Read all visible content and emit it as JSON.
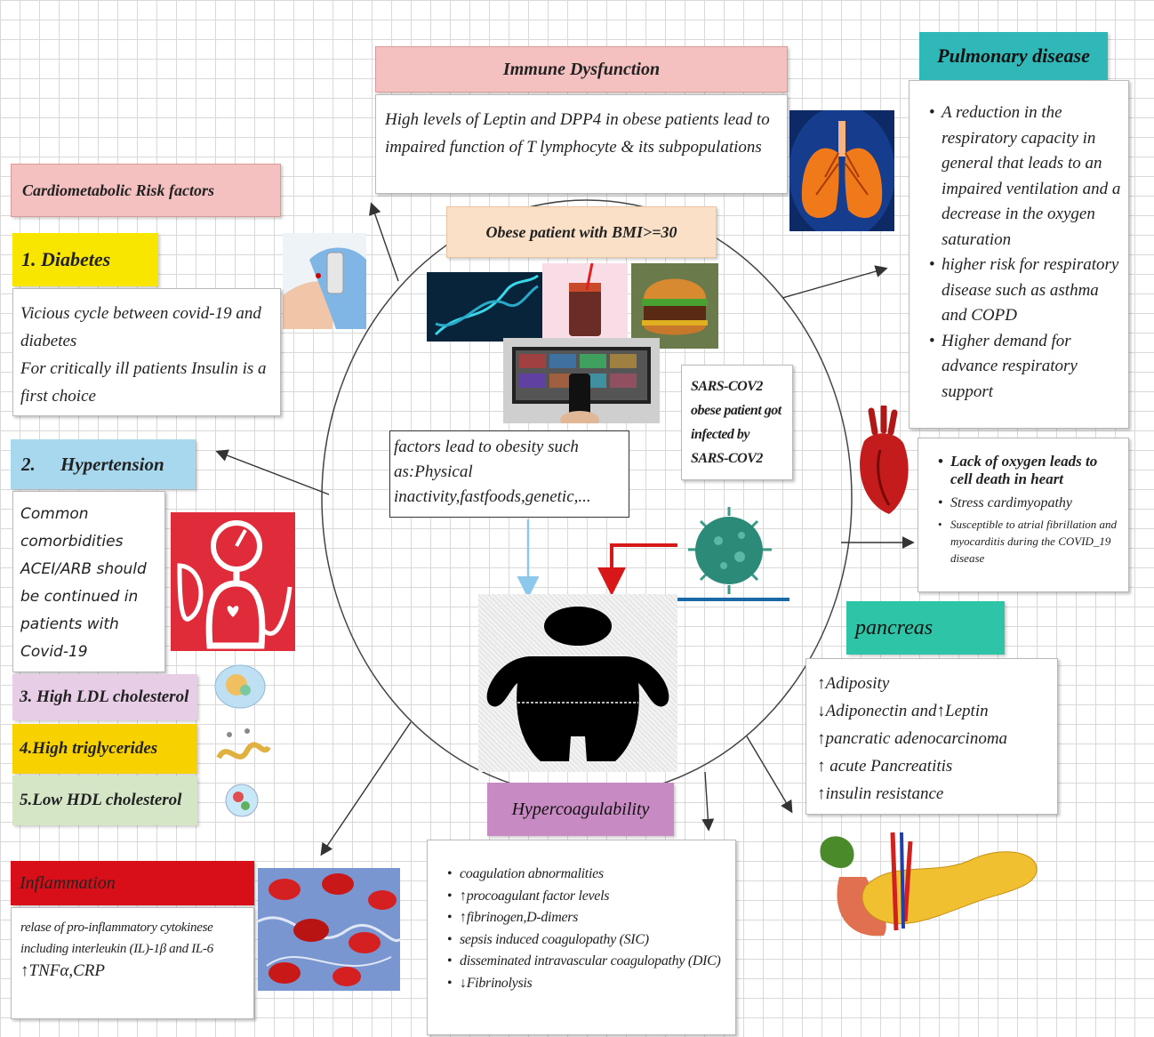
{
  "center": {
    "title": "Obese patient with BMI>=30",
    "factors_text": "factors lead to obesity such as:Physical inactivity,fastfoods,genetic,...",
    "sars_text": "SARS-COV2 obese patient got infected by SARS-COV2"
  },
  "immune": {
    "title": "Immune Dysfunction",
    "body": "High levels of Leptin and DPP4 in obese patients lead to impaired function of T lymphocyte & its subpopulations"
  },
  "pulmonary": {
    "title": "Pulmonary disease",
    "items": [
      "A reduction in the respiratory capacity in general that leads to an impaired ventilation and a decrease in the oxygen saturation",
      "higher risk for respiratory disease such as asthma and COPD",
      "Higher demand for advance respiratory support"
    ]
  },
  "heart": {
    "items": [
      "Lack of oxygen leads to cell death in heart",
      "Stress cardimyopathy",
      "Susceptible to atrial fibrillation and myocarditis during the COVID_19 disease"
    ]
  },
  "cardio": {
    "title": "Cardiometabolic Risk factors",
    "diabetes_title": "1. Diabetes",
    "diabetes_body_1": "Vicious cycle between covid-19 and diabetes",
    "diabetes_body_2": "For critically ill patients Insulin is a first choice",
    "hypertension_num": "2.",
    "hypertension_title": "Hypertension",
    "hypertension_body": "Common comorbidities ACEI/ARB should be continued in patients with Covid-19",
    "ldl": "3. High LDL cholesterol",
    "trig": "4.High triglycerides",
    "hdl": "5.Low HDL cholesterol"
  },
  "pancreas": {
    "title": "pancreas",
    "items": [
      "↑Adiposity",
      "↓Adiponectin and↑Leptin",
      "↑pancratic adenocarcinoma",
      "↑ acute Pancreatitis",
      "↑insulin resistance"
    ]
  },
  "hypercoag": {
    "title": "Hypercoagulability",
    "items": [
      "coagulation abnormalities",
      "↑procoagulant factor levels",
      "↑fibrinogen,D-dimers",
      "sepsis induced coagulopathy (SIC)",
      "disseminated intravascular coagulopathy (DIC)",
      "↓Fibrinolysis"
    ]
  },
  "inflammation": {
    "title": "Inflammation",
    "body_1": "relase of pro-inflammatory cytokinese including interleukin (IL)-1β and IL-6",
    "body_2": "↑TNFα,CRP"
  },
  "colors": {
    "pink": "#f4c0c0",
    "yellow": "#f8e600",
    "lightblue": "#a8d8ee",
    "lavender": "#e8cde6",
    "gold": "#f8d200",
    "lightgreen": "#d4e6c6",
    "teal": "#30b8b8",
    "aqua": "#2ec4a8",
    "magenta": "#c78ac2",
    "red": "#d80e18",
    "peach": "#fbe0c8"
  }
}
